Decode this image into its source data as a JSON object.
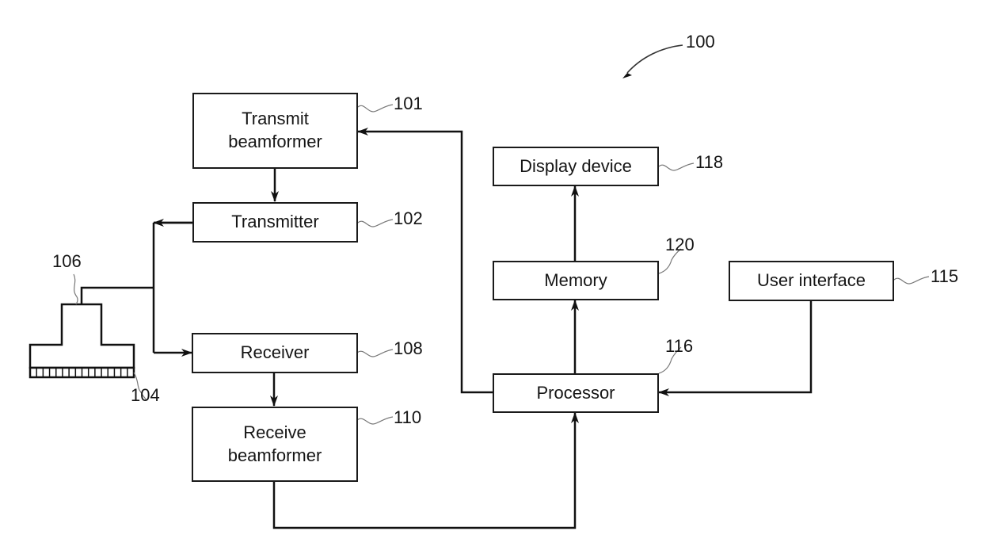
{
  "figure_ref": "100",
  "blocks": {
    "transmit_beamformer": {
      "label_line1": "Transmit",
      "label_line2": "beamformer",
      "ref": "101"
    },
    "transmitter": {
      "label": "Transmitter",
      "ref": "102"
    },
    "probe": {
      "ref_probe": "106",
      "ref_transducer": "104"
    },
    "receiver": {
      "label": "Receiver",
      "ref": "108"
    },
    "receive_beamformer": {
      "label_line1": "Receive",
      "label_line2": "beamformer",
      "ref": "110"
    },
    "display_device": {
      "label": "Display device",
      "ref": "118"
    },
    "memory": {
      "label": "Memory",
      "ref": "120"
    },
    "processor": {
      "label": "Processor",
      "ref": "116"
    },
    "user_interface": {
      "label": "User interface",
      "ref": "115"
    }
  },
  "connections": [
    {
      "from": "transmit_beamformer",
      "to": "transmitter"
    },
    {
      "from": "transmitter",
      "to": "probe"
    },
    {
      "from": "probe",
      "to": "receiver"
    },
    {
      "from": "receiver",
      "to": "receive_beamformer"
    },
    {
      "from": "receive_beamformer",
      "to": "processor"
    },
    {
      "from": "processor",
      "to": "transmit_beamformer"
    },
    {
      "from": "processor",
      "to": "memory"
    },
    {
      "from": "memory",
      "to": "display_device"
    },
    {
      "from": "user_interface",
      "to": "processor"
    }
  ]
}
